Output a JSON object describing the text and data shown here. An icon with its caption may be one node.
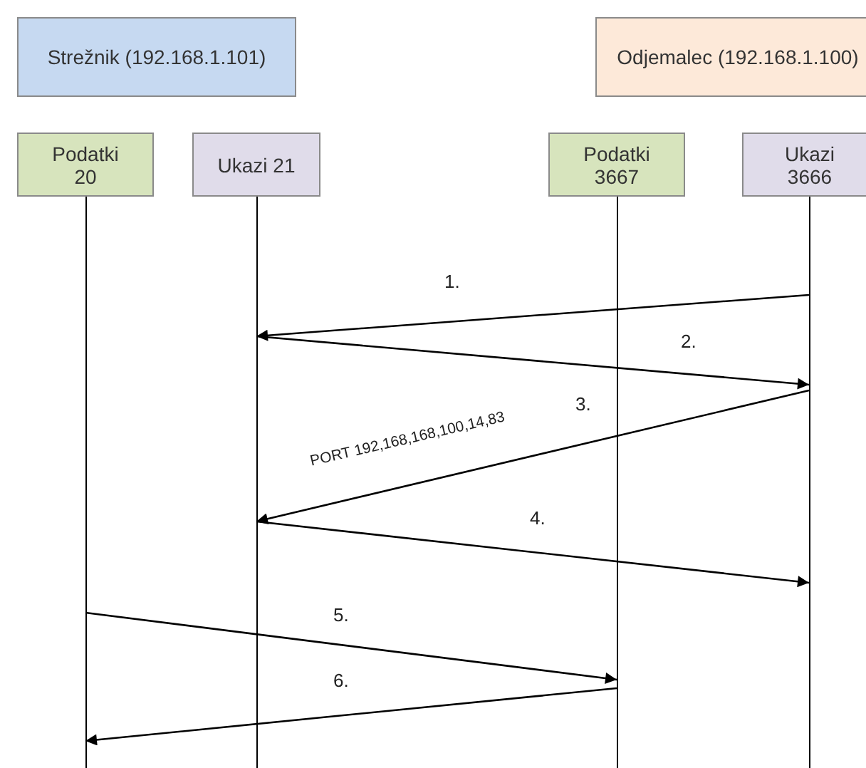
{
  "diagram": {
    "nodes": [
      {
        "text": [
          "Strežnik (192.168.1.101)"
        ]
      },
      {
        "text": [
          "Odjemalec (192.168.1.100)"
        ]
      },
      {
        "text": [
          "Podatki 20"
        ]
      },
      {
        "text": [
          "Ukazi 21"
        ]
      },
      {
        "text": [
          "Podatki 3667"
        ]
      },
      {
        "text": [
          "Ukazi 3666"
        ]
      },
      {
        "text": [],
        "shape": "line"
      },
      {
        "text": [],
        "shape": "line"
      },
      {
        "text": [],
        "shape": "line"
      },
      {
        "text": [],
        "shape": "line"
      }
    ],
    "edges": [
      {
        "from": 9,
        "to": 7,
        "arrow": "to",
        "label": "1."
      },
      {
        "from": 7,
        "to": 9,
        "arrow": "to",
        "label": "2."
      },
      {
        "from": 9,
        "to": 7,
        "arrow": "to",
        "label": "3."
      },
      {
        "from": 7,
        "to": 9,
        "arrow": "to",
        "label": "4."
      },
      {
        "from": 6,
        "to": 8,
        "arrow": "to",
        "label": "5."
      },
      {
        "from": 8,
        "to": 6,
        "arrow": "to",
        "label": "6."
      }
    ],
    "labels": [
      "PORT 192,168,168,100,14,83"
    ]
  }
}
